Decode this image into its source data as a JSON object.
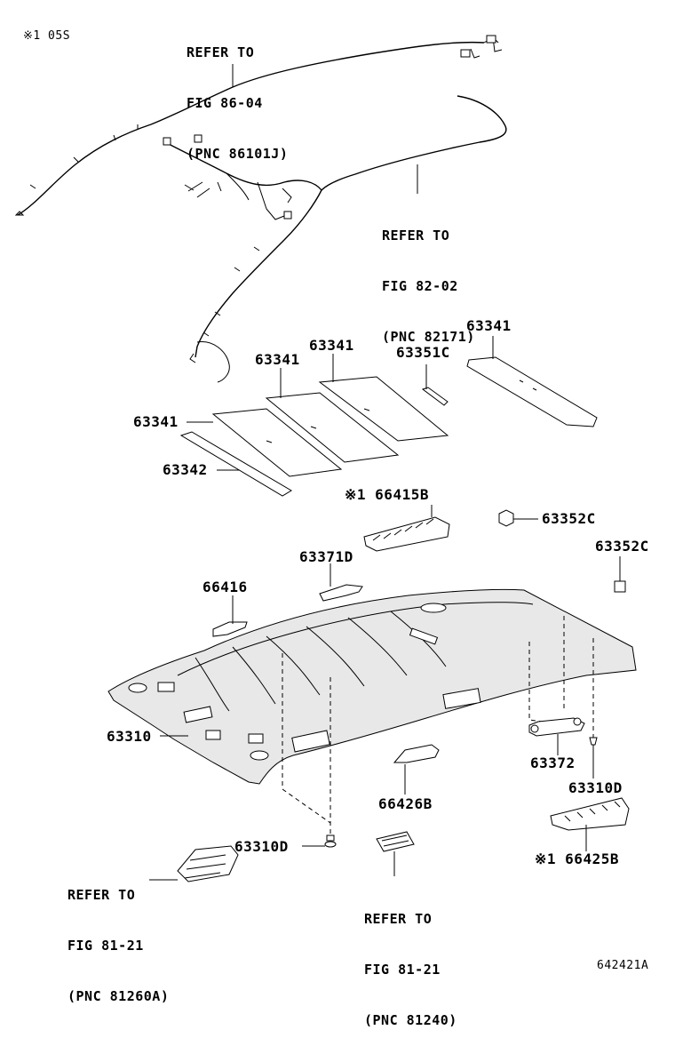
{
  "header_note": "※1 05S",
  "footer_code": "642421A",
  "refs": {
    "r1": [
      "REFER TO",
      "FIG 86-04",
      "(PNC 86101J)"
    ],
    "r2": [
      "REFER TO",
      "FIG 82-02",
      "(PNC 82171)"
    ],
    "r3": [
      "REFER TO",
      "FIG 81-21",
      "(PNC 81260A)"
    ],
    "r4": [
      "REFER TO",
      "FIG 81-21",
      "(PNC 81240)"
    ]
  },
  "parts": {
    "p63341_a": "63341",
    "p63341_b": "63341",
    "p63341_c": "63341",
    "p63341_d": "63341",
    "p63351c": "63351C",
    "p63342": "63342",
    "p66415b": "※1 66415B",
    "p63352c_a": "63352C",
    "p63352c_b": "63352C",
    "p63371d": "63371D",
    "p66416": "66416",
    "p63310": "63310",
    "p63372": "63372",
    "p63310d_a": "63310D",
    "p66426b": "66426B",
    "p63310d_b": "63310D",
    "p66425b": "※1 66425B"
  }
}
